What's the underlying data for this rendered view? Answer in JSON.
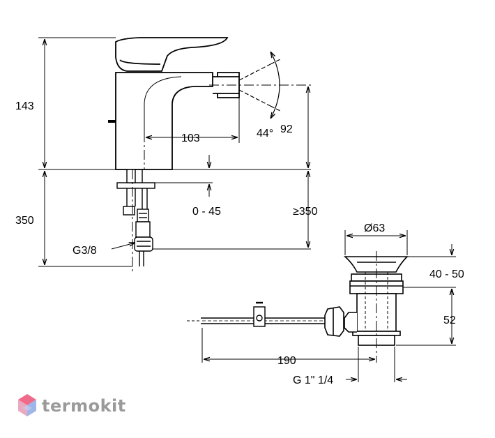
{
  "dimensions": {
    "spout_height": "143",
    "below_deck_length": "350",
    "spout_reach": "103",
    "swivel_angle": "44°",
    "aerator_height": "92",
    "deck_thickness": "0 - 45",
    "min_clearance": "≥350",
    "connection_thread": "G3/8",
    "waste_diameter": "Ø63",
    "waste_flange_range": "40 - 50",
    "waste_body_height": "52",
    "rod_length": "190",
    "waste_thread": "G 1\" 1/4"
  },
  "watermark": {
    "brand": "termokit",
    "logo_colors": [
      "#f06a8a",
      "#e9a9c0",
      "#9fb6e8",
      "#c8d4f2"
    ]
  }
}
